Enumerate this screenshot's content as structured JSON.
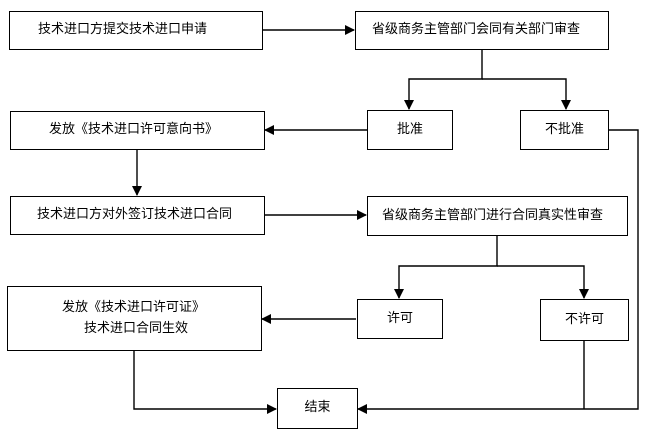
{
  "nodes": {
    "apply": "技术进口方提交技术进口申请",
    "review": "省级商务主管部门会同有关部门审查",
    "approve": "批准",
    "reject": "不批准",
    "intent_letter": "发放《技术进口许可意向书》",
    "sign_contract": "技术进口方对外签订技术进口合同",
    "authenticity_review": "省级商务主管部门进行合同真实性审查",
    "permit": "许可",
    "deny": "不许可",
    "issue_license": "发放《技术进口许可证》",
    "contract_effective": "技术进口合同生效",
    "end": "结束"
  }
}
